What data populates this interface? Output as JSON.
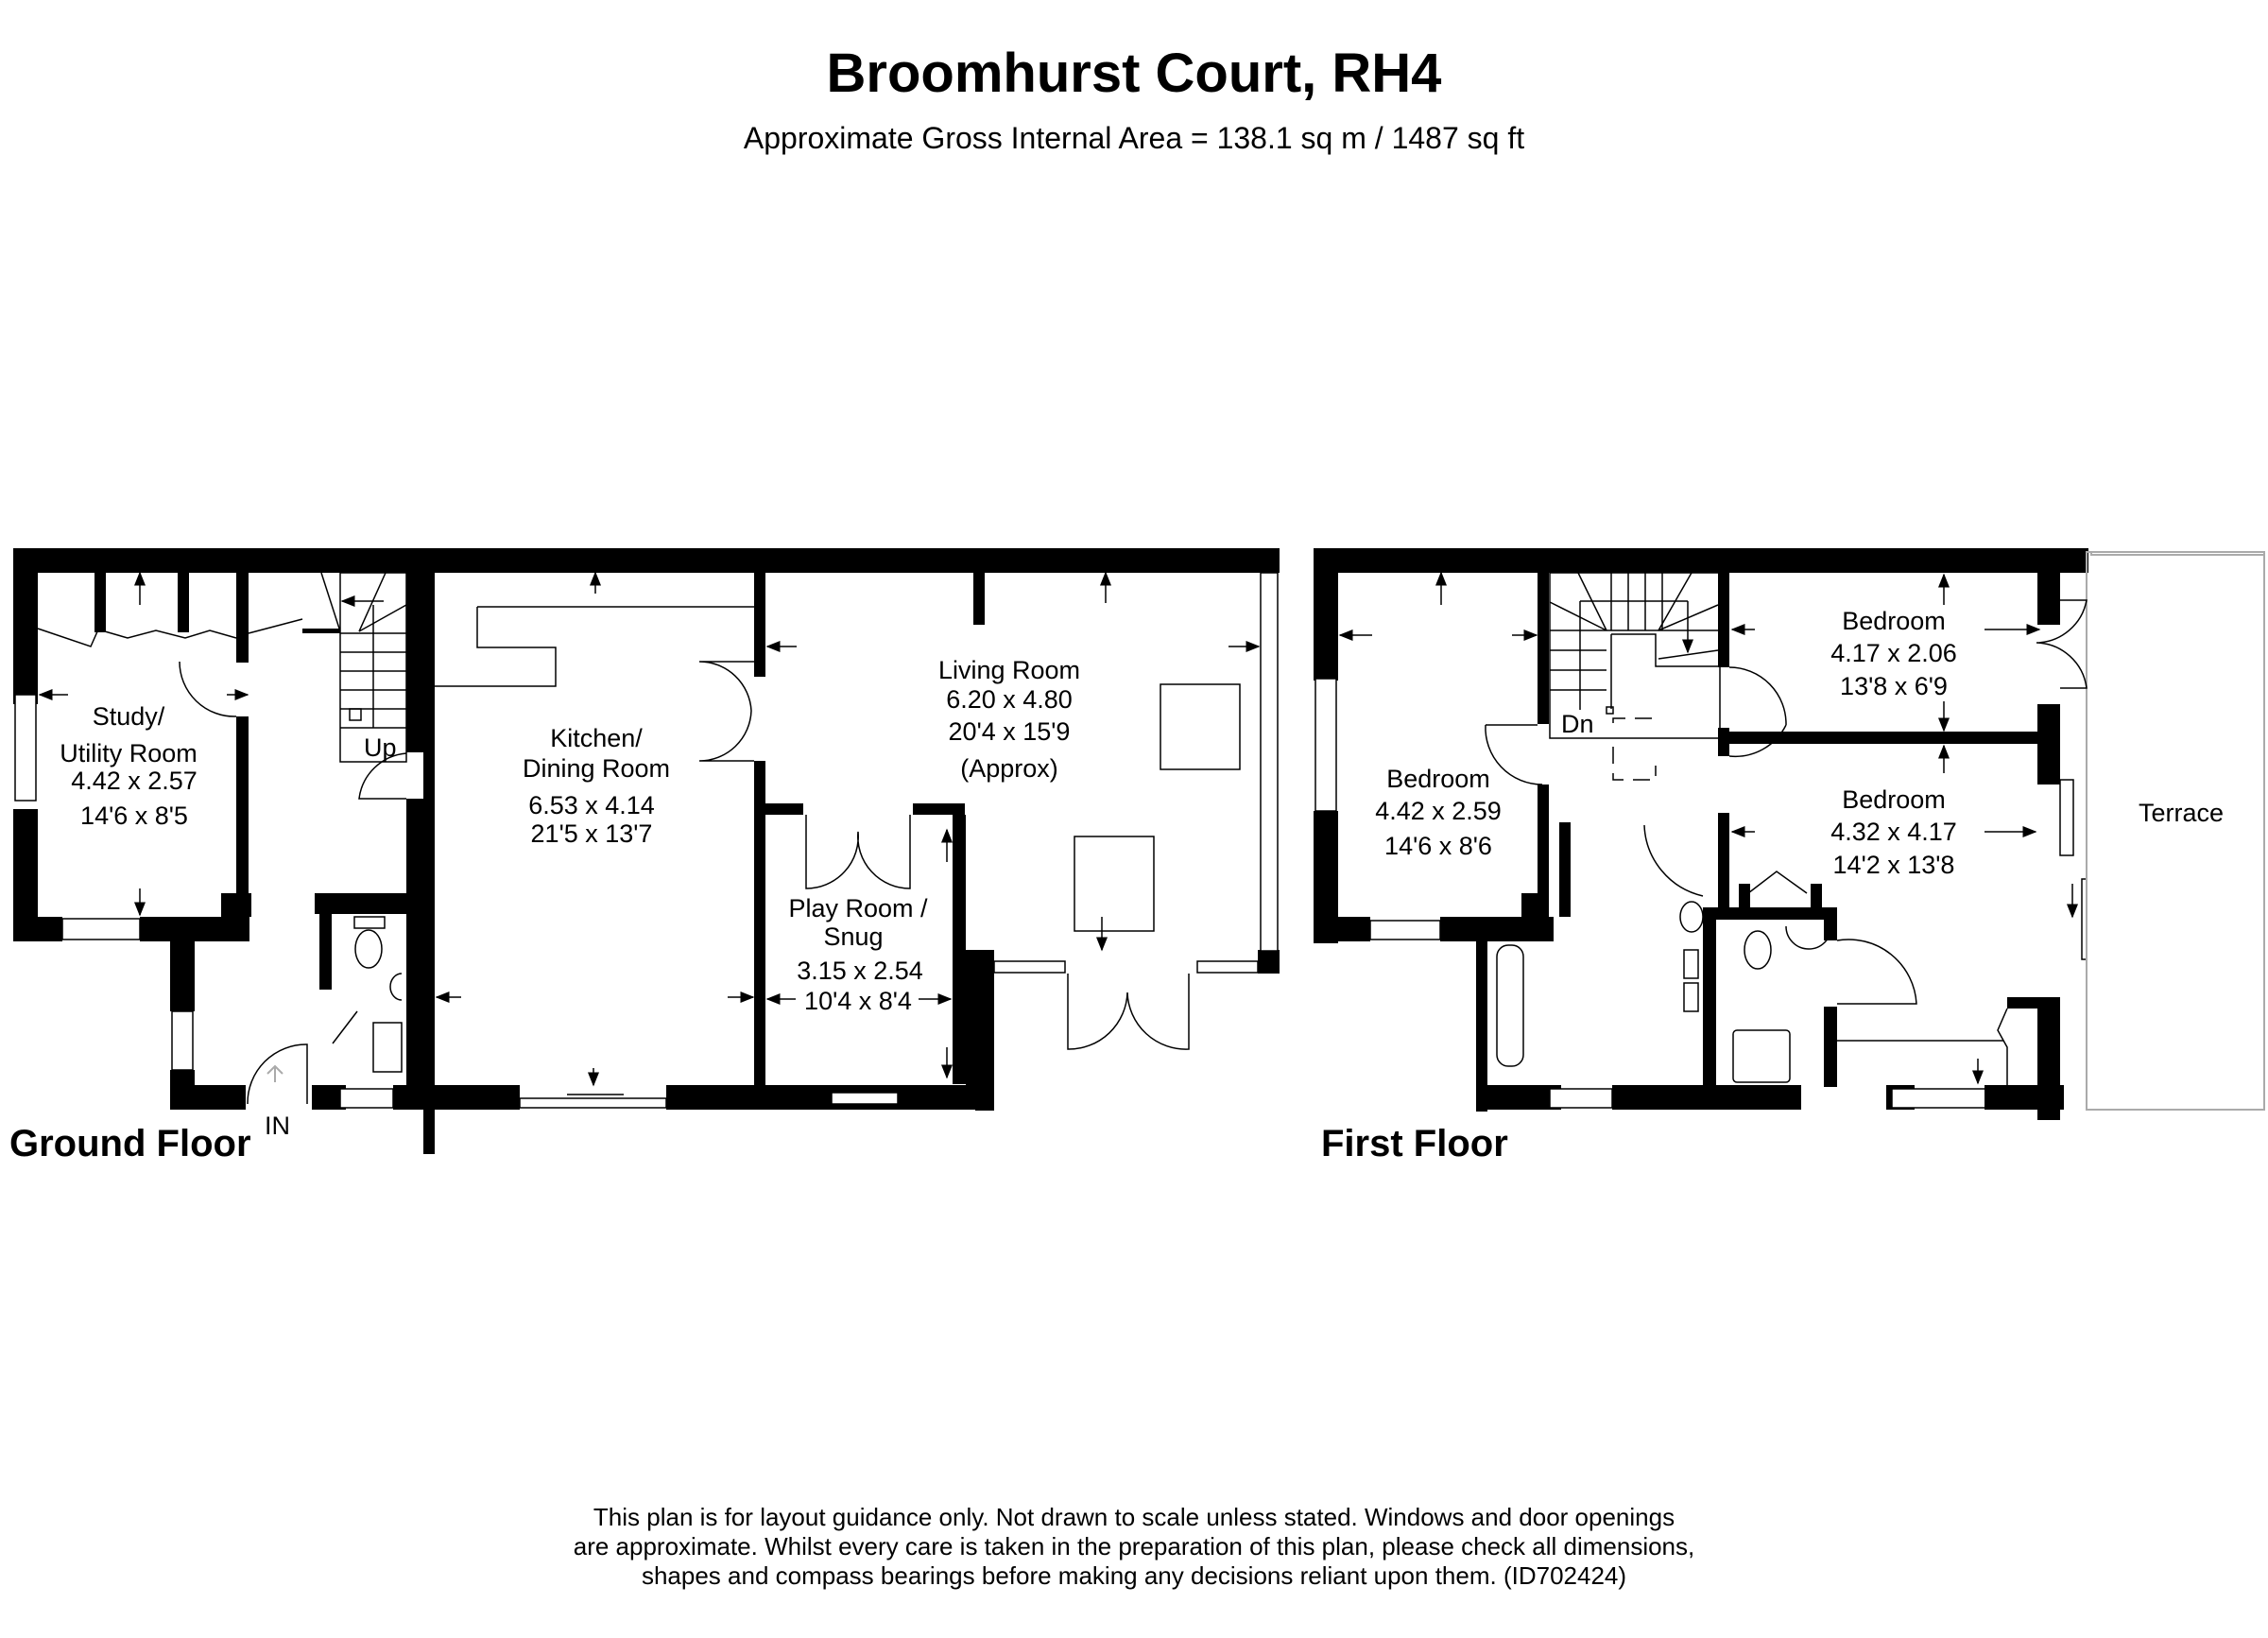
{
  "header": {
    "title": "Broomhurst Court, RH4",
    "subtitle": "Approximate Gross Internal Area = 138.1 sq m / 1487 sq ft"
  },
  "ground_floor": {
    "label": "Ground Floor",
    "entrance_label": "IN",
    "stairs_label": "Up",
    "rooms": [
      {
        "name_line1": "Study/",
        "name_line2": "Utility Room",
        "metric": "4.42 x 2.57",
        "imperial": "14'6 x 8'5"
      },
      {
        "name_line1": "Kitchen/",
        "name_line2": "Dining Room",
        "metric": "6.53 x 4.14",
        "imperial": "21'5 x 13'7"
      },
      {
        "name_line1": "Living Room",
        "metric": "6.20 x 4.80",
        "imperial": "20'4 x 15'9",
        "note": "(Approx)"
      },
      {
        "name_line1": "Play Room /",
        "name_line2": "Snug",
        "metric": "3.15 x 2.54",
        "imperial": "10'4 x 8'4"
      }
    ]
  },
  "first_floor": {
    "label": "First Floor",
    "stairs_label": "Dn",
    "rooms": [
      {
        "name_line1": "Bedroom",
        "metric": "4.42 x 2.59",
        "imperial": "14'6 x 8'6"
      },
      {
        "name_line1": "Bedroom",
        "metric": "4.17 x 2.06",
        "imperial": "13'8 x 6'9"
      },
      {
        "name_line1": "Bedroom",
        "metric": "4.32 x 4.17",
        "imperial": "14'2 x 13'8"
      },
      {
        "name_line1": "Terrace"
      }
    ]
  },
  "footer": {
    "disclaimer_line1": "This plan is for layout guidance only. Not drawn to scale unless stated. Windows and door openings",
    "disclaimer_line2": "are approximate. Whilst every care is taken in the preparation of this plan, please check all dimensions,",
    "disclaimer_line3": "shapes and compass bearings before making any decisions reliant upon them. (ID702424)"
  }
}
